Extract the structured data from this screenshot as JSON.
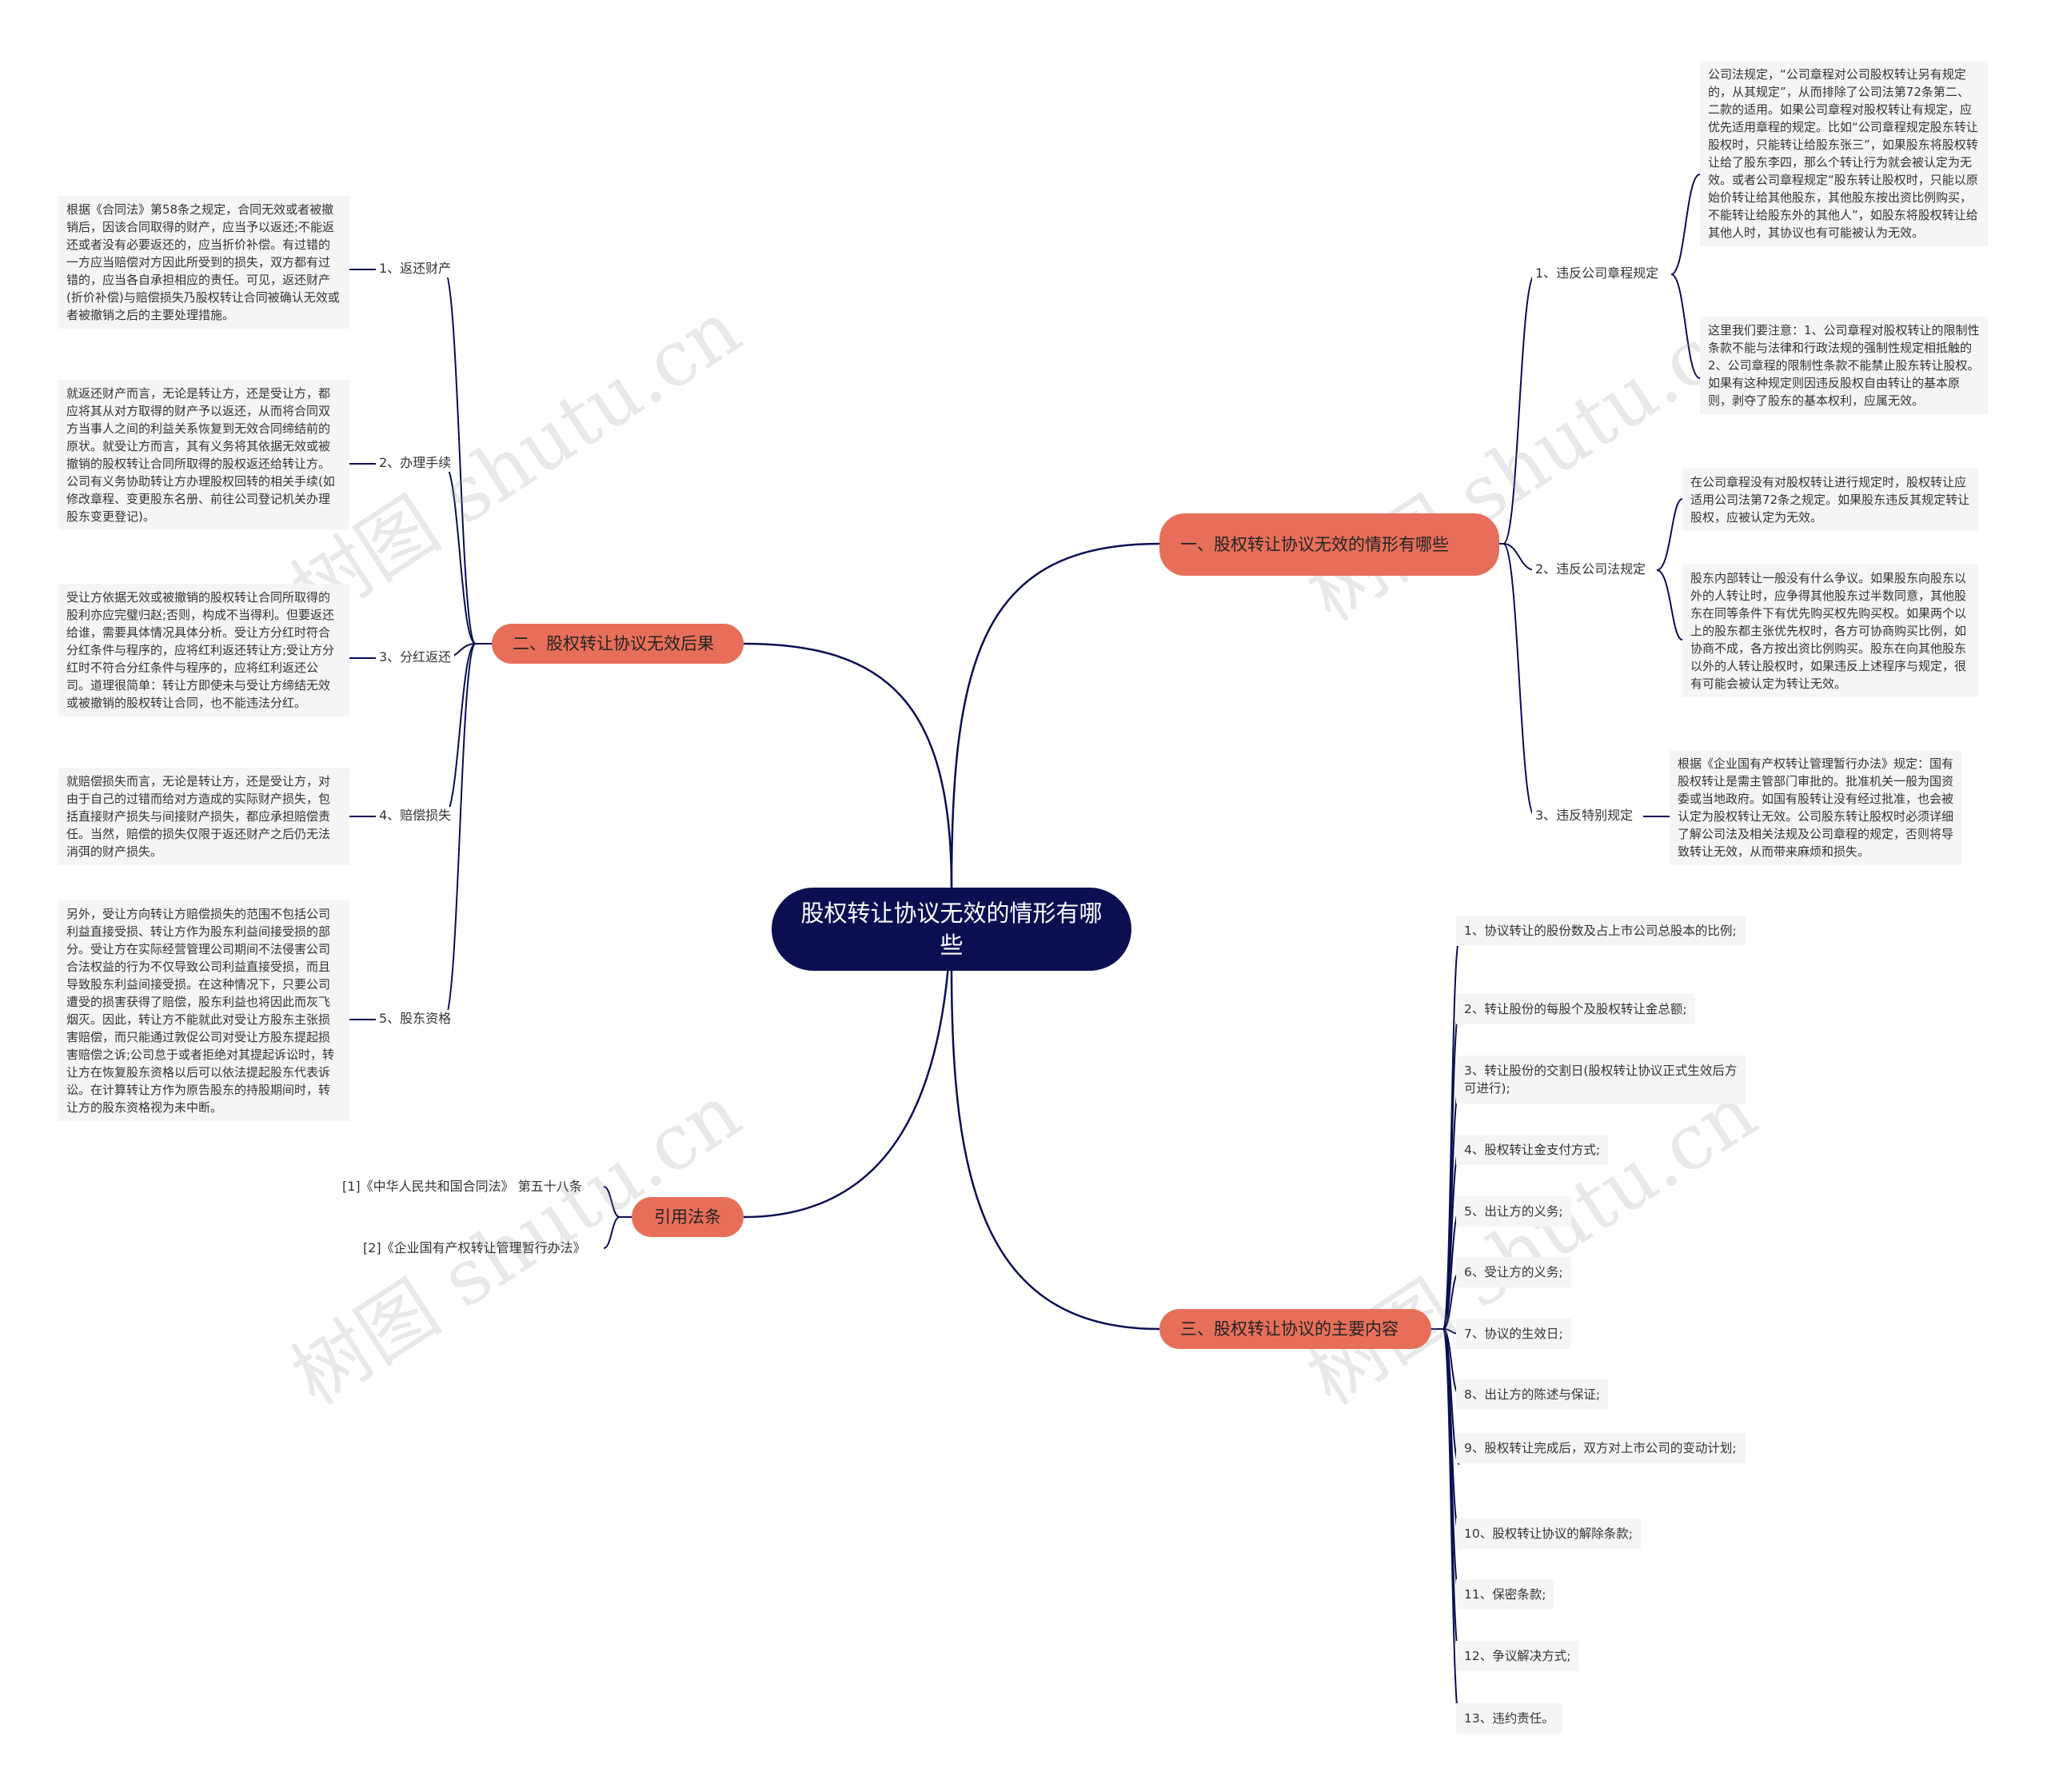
{
  "root": {
    "title": "股权转让协议无效的情形有哪些"
  },
  "branches": {
    "invalid": {
      "label": "一、股权转让协议无效的情形有哪些",
      "subs": [
        {
          "label": "1、违反公司章程规定",
          "notes": [
            "公司法规定，“公司章程对公司股权转让另有规定的，从其规定”，从而排除了公司法第72条第二、二款的适用。如果公司章程对股权转让有规定，应优先适用章程的规定。比如“公司章程规定股东转让股权时，只能转让给股东张三”，如果股东将股权转让给了股东李四，那么个转让行为就会被认定为无效。或者公司章程规定“股东转让股权时，只能以原始价转让给其他股东，其他股东按出资比例购买，不能转让给股东外的其他人”，如股东将股权转让给其他人时，其协议也有可能被认为无效。",
            "这里我们要注意：1、公司章程对股权转让的限制性条款不能与法律和行政法规的强制性规定相抵触的2、公司章程的限制性条款不能禁止股东转让股权。如果有这种规定则因违反股权自由转让的基本原则，剥夺了股东的基本权利，应属无效。"
          ]
        },
        {
          "label": "2、违反公司法规定",
          "notes": [
            "在公司章程没有对股权转让进行规定时，股权转让应适用公司法第72条之规定。如果股东违反其规定转让股权，应被认定为无效。",
            "股东内部转让一般没有什么争议。如果股东向股东以外的人转让时，应争得其他股东过半数同意，其他股东在同等条件下有优先购买权先购买权。如果两个以上的股东都主张优先权时，各方可协商购买比例，如协商不成，各方按出资比例购买。股东在向其他股东以外的人转让股权时，如果违反上述程序与规定，很有可能会被认定为转让无效。"
          ]
        },
        {
          "label": "3、违反特别规定",
          "notes": [
            "根据《企业国有产权转让管理暂行办法》规定：国有股权转让是需主管部门审批的。批准机关一般为国资委或当地政府。如国有股转让没有经过批准，也会被认定为股权转让无效。公司股东转让股权时必须详细了解公司法及相关法规及公司章程的规定，否则将导致转让无效，从而带来麻烦和损失。"
          ]
        }
      ]
    },
    "consequence": {
      "label": "二、股权转让协议无效后果",
      "subs": [
        {
          "label": "1、返还财产",
          "note": "根据《合同法》第58条之规定，合同无效或者被撤销后，因该合同取得的财产，应当予以返还;不能返还或者没有必要返还的，应当折价补偿。有过错的一方应当赔偿对方因此所受到的损失，双方都有过错的，应当各自承担相应的责任。可见，返还财产(折价补偿)与赔偿损失乃股权转让合同被确认无效或者被撤销之后的主要处理措施。"
        },
        {
          "label": "2、办理手续",
          "note": "就返还财产而言，无论是转让方，还是受让方，都应将其从对方取得的财产予以返还，从而将合同双方当事人之间的利益关系恢复到无效合同缔结前的原状。就受让方而言，其有义务将其依据无效或被撤销的股权转让合同所取得的股权返还给转让方。公司有义务协助转让方办理股权回转的相关手续(如修改章程、变更股东名册、前往公司登记机关办理股东变更登记)。"
        },
        {
          "label": "3、分红返还",
          "note": "受让方依据无效或被撤销的股权转让合同所取得的股利亦应完璧归赵;否则，构成不当得利。但要返还给谁，需要具体情况具体分析。受让方分红时符合分红条件与程序的，应将红利返还转让方;受让方分红时不符合分红条件与程序的，应将红利返还公司。道理很简单：转让方即使未与受让方缔结无效或被撤销的股权转让合同，也不能违法分红。"
        },
        {
          "label": "4、赔偿损失",
          "note": "就赔偿损失而言，无论是转让方，还是受让方，对由于自己的过错而给对方造成的实际财产损失，包括直接财产损失与间接财产损失，都应承担赔偿责任。当然，赔偿的损失仅限于返还财产之后仍无法消弭的财产损失。"
        },
        {
          "label": "5、股东资格",
          "note": "另外，受让方向转让方赔偿损失的范围不包括公司利益直接受损、转让方作为股东利益间接受损的部分。受让方在实际经营管理公司期间不法侵害公司合法权益的行为不仅导致公司利益直接受损，而且导致股东利益间接受损。在这种情况下，只要公司遭受的损害获得了赔偿，股东利益也将因此而灰飞烟灭。因此，转让方不能就此对受让方股东主张损害赔偿，而只能通过敦促公司对受让方股东提起损害赔偿之诉;公司怠于或者拒绝对其提起诉讼时，转让方在恢复股东资格以后可以依法提起股东代表诉讼。在计算转让方作为原告股东的持股期间时，转让方的股东资格视为未中断。"
        }
      ]
    },
    "laws": {
      "label": "引用法条",
      "items": [
        "[1]《中华人民共和国合同法》 第五十八条",
        "[2]《企业国有产权转让管理暂行办法》"
      ]
    },
    "content": {
      "label": "三、股权转让协议的主要内容",
      "items": [
        "1、协议转让的股份数及占上市公司总股本的比例;",
        "2、转让股份的每股个及股权转让金总额;",
        "3、转让股份的交割日(股权转让协议正式生效后方可进行);",
        "4、股权转让金支付方式;",
        "5、出让方的义务;",
        "6、受让方的义务;",
        "7、协议的生效日;",
        "8、出让方的陈述与保证;",
        "9、股权转让完成后，双方对上市公司的变动计划;",
        "10、股权转让协议的解除条款;",
        "11、保密条款;",
        "12、争议解决方式;",
        "13、违约责任。"
      ]
    }
  },
  "watermark": "树图 shutu.cn",
  "colors": {
    "root": "#0b0f52",
    "branch": "#e76f5a",
    "line": "#0b0f52",
    "note_bg": "#f5f5f5"
  }
}
